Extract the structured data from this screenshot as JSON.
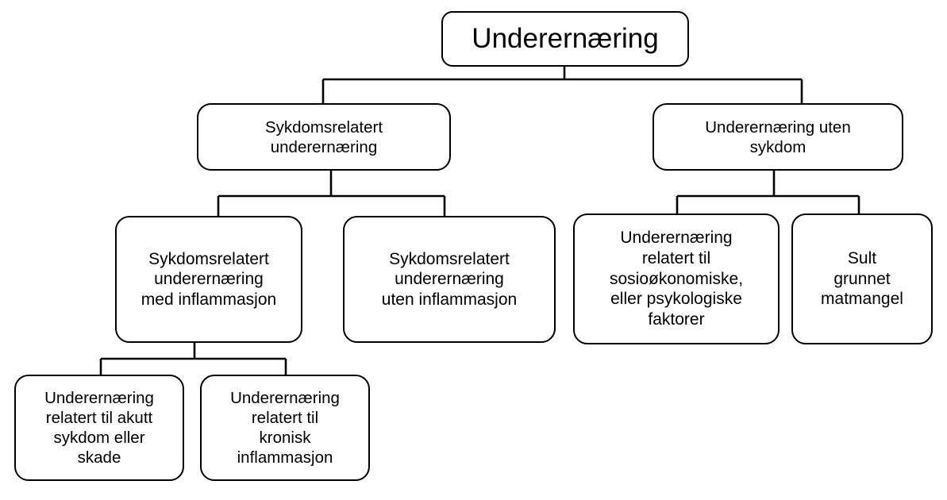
{
  "diagram": {
    "title": "Underernæring",
    "type": "hierarchy-tree",
    "language": "no",
    "colors": {
      "background": "#ffffff",
      "node_fill": "#ffffff",
      "node_border": "#000000",
      "connector": "#000000",
      "text": "#000000"
    },
    "nodes": {
      "root": {
        "label": "Underernæring",
        "level": 1
      },
      "l2_left": {
        "label": "Sykdomsrelatert\nunderernæring",
        "level": 2
      },
      "l2_right": {
        "label": "Underernæring uten\nsykdom",
        "level": 2
      },
      "l3_a": {
        "label": "Sykdomsrelatert\nunderernæring\nmed inflammasjon",
        "level": 3
      },
      "l3_b": {
        "label": "Sykdomsrelatert\nunderernæring\nuten inflammasjon",
        "level": 3
      },
      "l3_c": {
        "label": "Underernæring\nrelatert til\nsosioøkonomiske,\neller psykologiske\nfaktorer",
        "level": 3
      },
      "l3_d": {
        "label": "Sult\ngrunnet\nmatmangel",
        "level": 3
      },
      "l4_a": {
        "label": "Underernæring\nrelatert til akutt\nsykdom eller\nskade",
        "level": 4
      },
      "l4_b": {
        "label": "Underernæring\nrelatert til\nkronisk\ninflammasjon",
        "level": 4
      }
    },
    "edges": [
      {
        "from": "root",
        "to": "l2_left"
      },
      {
        "from": "root",
        "to": "l2_right"
      },
      {
        "from": "l2_left",
        "to": "l3_a"
      },
      {
        "from": "l2_left",
        "to": "l3_b"
      },
      {
        "from": "l2_right",
        "to": "l3_c"
      },
      {
        "from": "l2_right",
        "to": "l3_d"
      },
      {
        "from": "l3_a",
        "to": "l4_a"
      },
      {
        "from": "l3_a",
        "to": "l4_b"
      }
    ]
  }
}
